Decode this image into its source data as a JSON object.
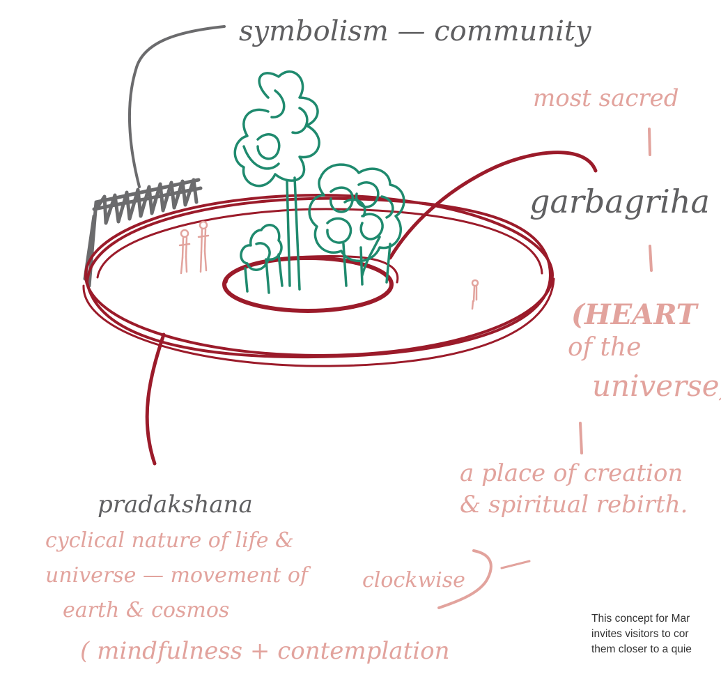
{
  "annotations": {
    "symbolism": "symbolism — community",
    "most_sacred": "most sacred",
    "garbagriha": "garbagriha",
    "heart_1": "(HEART",
    "heart_2": "of the",
    "heart_3": "universe)",
    "creation_1": "a place of creation",
    "creation_2": "& spiritual rebirth.",
    "pradakshana": "pradakshana",
    "cyclical_1": "cyclical nature of life &",
    "cyclical_2": "universe — movement of",
    "cyclical_3": "earth & cosmos",
    "clockwise": "clockwise",
    "mindfulness": "( mindfulness + contemplation"
  },
  "caption": {
    "line1": "This concept for Mar",
    "line2": "invites visitors to cor",
    "line3": "them closer to a quie"
  },
  "colors": {
    "ring": "#9b1b2a",
    "trees": "#1f8a6e",
    "gray": "#5f5f61",
    "pink": "#e2a39d",
    "caption": "#333333"
  }
}
